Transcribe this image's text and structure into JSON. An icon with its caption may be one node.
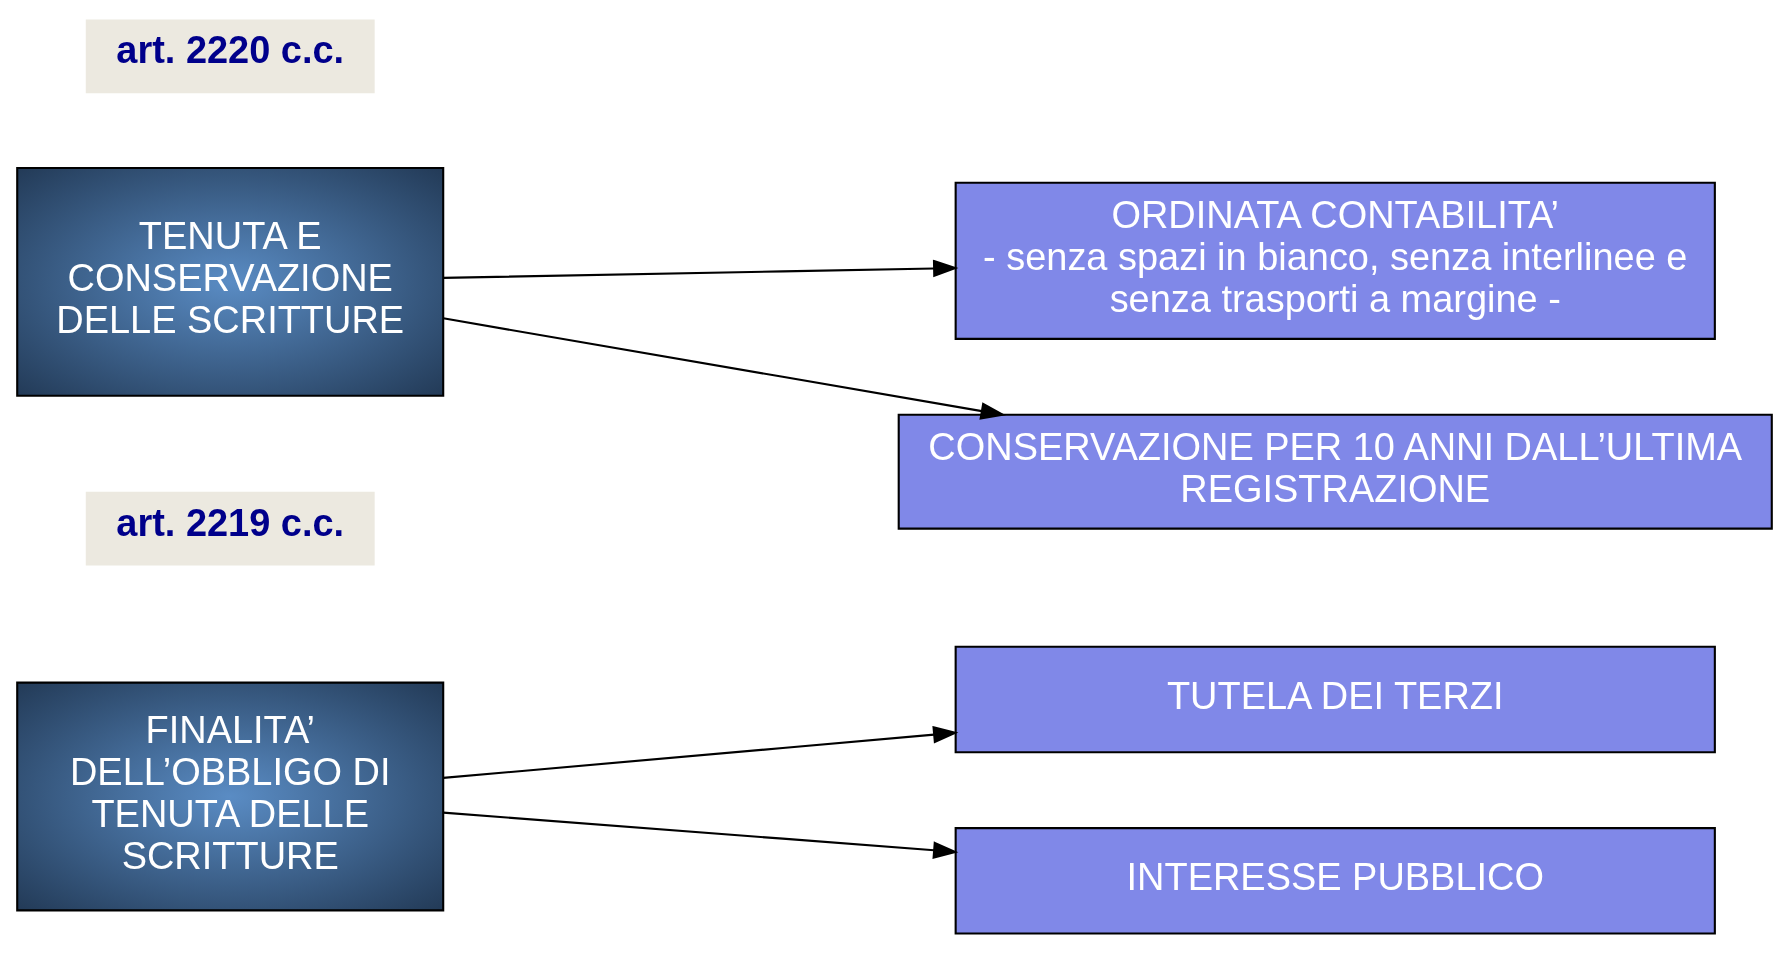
{
  "diagram": {
    "nodes": [
      {
        "text": [
          "FINALITA’ DELL’OBBLIGO DI TENUTA DELLE SCRITTURE"
        ]
      },
      {
        "text": [
          "TUTELA DEI TERZI"
        ]
      },
      {
        "text": [
          "INTERESSE PUBBLICO"
        ]
      },
      {
        "text": [
          "art. 2219 c.c."
        ]
      },
      {
        "text": [
          "ORDINATA CONTABILITA’",
          "- senza spazi in bianco, senza interlinee e senza trasporti a margine -"
        ]
      },
      {
        "text": [
          "TENUTA E CONSERVAZIONE DELLE SCRITTURE"
        ]
      },
      {
        "text": [
          "art. 2220 c.c."
        ]
      },
      {
        "text": [
          "CONSERVAZIONE PER 10 ANNI DALL’ULTIMA REGISTRAZIONE"
        ]
      }
    ],
    "edges": [
      {
        "from": 0,
        "to": 1,
        "arrow": "to"
      },
      {
        "from": 0,
        "to": 2,
        "arrow": "to"
      },
      {
        "from": 5,
        "to": 4,
        "arrow": "to"
      },
      {
        "from": 5,
        "to": 7,
        "arrow": "to"
      }
    ]
  }
}
